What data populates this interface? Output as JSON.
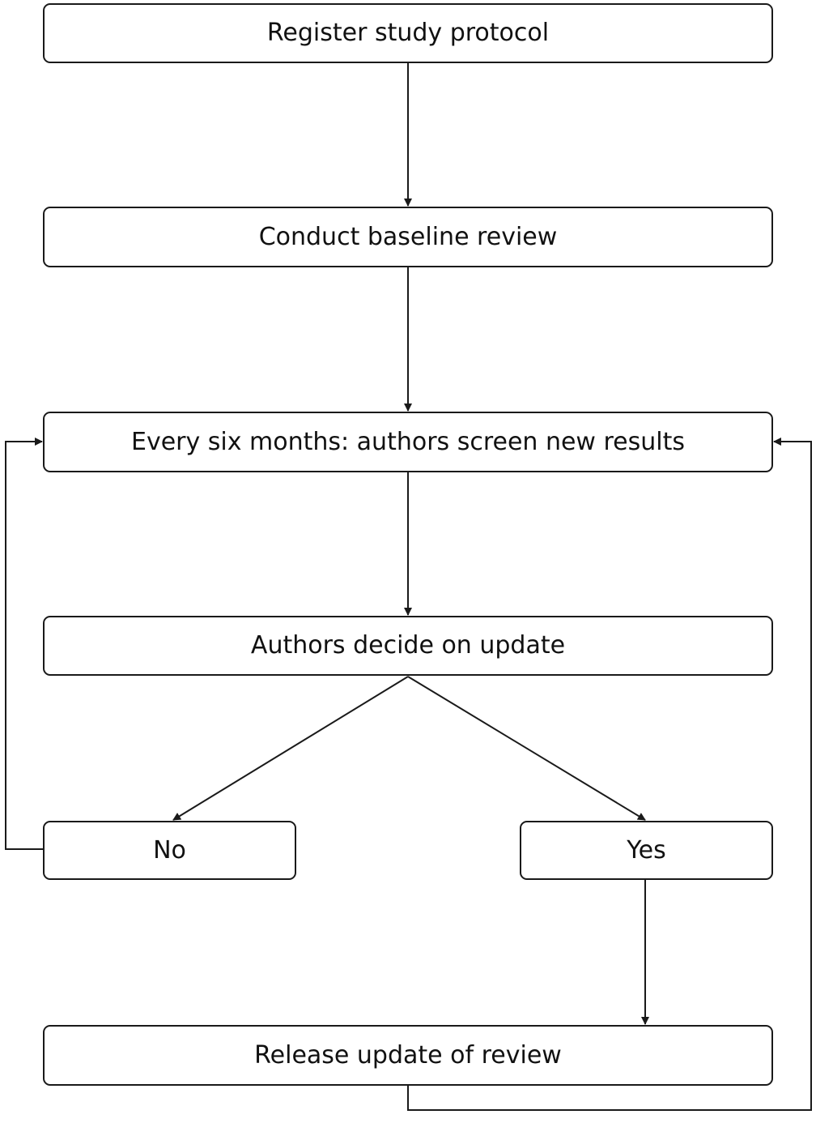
{
  "flowchart": {
    "nodes": {
      "register": "Register study protocol",
      "baseline": "Conduct baseline review",
      "screen": "Every six months: authors screen new results",
      "decide": "Authors decide on update",
      "no": "No",
      "yes": "Yes",
      "release": "Release update of review"
    },
    "edges": [
      {
        "from": "register",
        "to": "baseline"
      },
      {
        "from": "baseline",
        "to": "screen"
      },
      {
        "from": "screen",
        "to": "decide"
      },
      {
        "from": "decide",
        "to": "no"
      },
      {
        "from": "decide",
        "to": "yes"
      },
      {
        "from": "no",
        "to": "screen"
      },
      {
        "from": "yes",
        "to": "release"
      },
      {
        "from": "release",
        "to": "screen"
      }
    ],
    "colors": {
      "line": "#1a1a1a",
      "text": "#111111",
      "background": "#ffffff"
    }
  }
}
